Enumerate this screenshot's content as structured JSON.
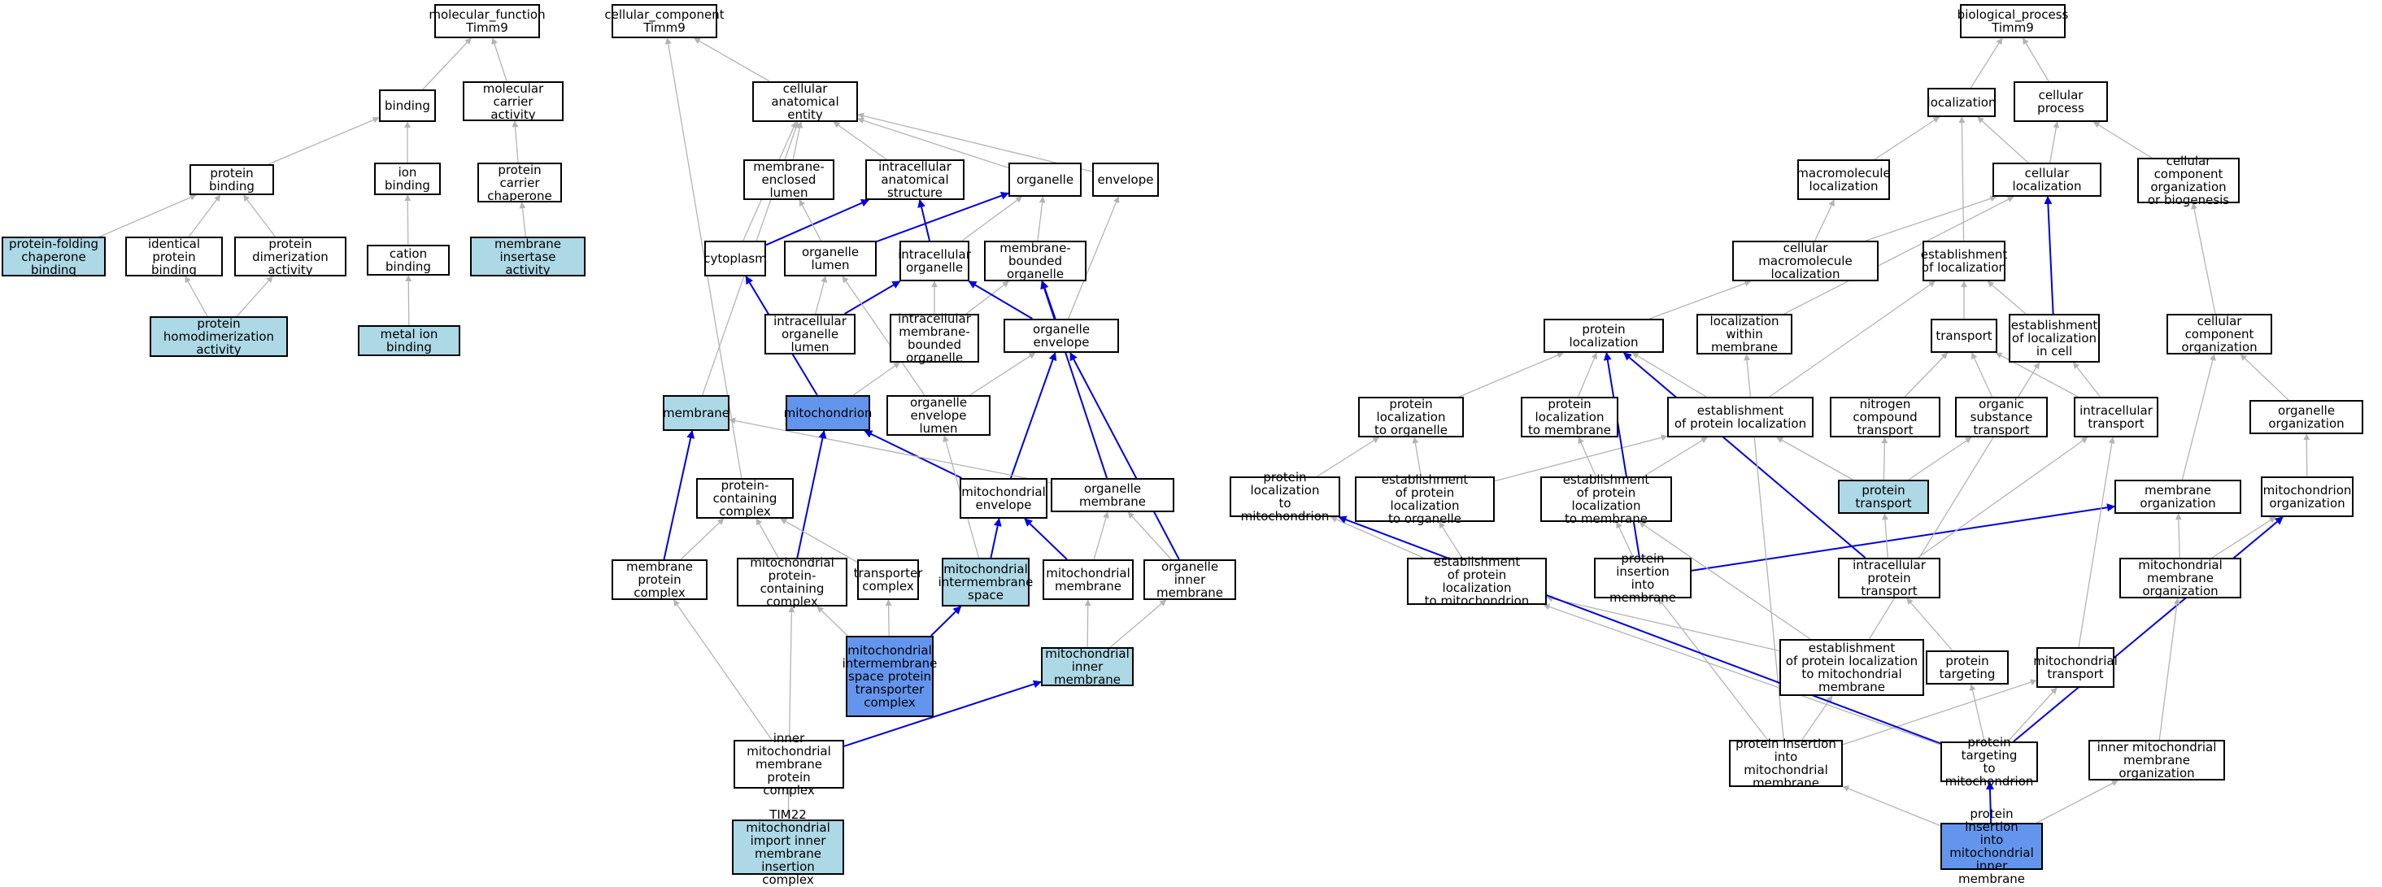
{
  "colors": {
    "edge_default": "#b4b4b4",
    "edge_highlight": "#0000e0",
    "node_fill": "#ffffff",
    "node_light": "#add8e6",
    "node_dark": "#6495ed",
    "node_border": "#000000"
  },
  "graph": {
    "nodes": [
      {
        "id": "mf",
        "label": "molecular_function\nTimm9"
      },
      {
        "id": "binding",
        "label": "binding"
      },
      {
        "id": "mca",
        "label": "molecular carrier\nactivity"
      },
      {
        "id": "pbind",
        "label": "protein binding"
      },
      {
        "id": "ionb",
        "label": "ion binding"
      },
      {
        "id": "pcc",
        "label": "protein carrier\nchaperone"
      },
      {
        "id": "pfcb",
        "label": "protein-folding\nchaperone binding"
      },
      {
        "id": "ipb",
        "label": "identical protein\nbinding"
      },
      {
        "id": "pda",
        "label": "protein dimerization\nactivity"
      },
      {
        "id": "cationb",
        "label": "cation binding"
      },
      {
        "id": "mia",
        "label": "membrane insertase\nactivity"
      },
      {
        "id": "phda",
        "label": "protein homodimerization\nactivity"
      },
      {
        "id": "mib",
        "label": "metal ion binding"
      },
      {
        "id": "cc",
        "label": "cellular_component\nTimm9"
      },
      {
        "id": "cae",
        "label": "cellular anatomical\nentity"
      },
      {
        "id": "mel",
        "label": "membrane-enclosed\nlumen"
      },
      {
        "id": "ias",
        "label": "intracellular\nanatomical structure"
      },
      {
        "id": "organelle",
        "label": "organelle"
      },
      {
        "id": "envelope",
        "label": "envelope"
      },
      {
        "id": "cytoplasm",
        "label": "cytoplasm"
      },
      {
        "id": "olumen",
        "label": "organelle lumen"
      },
      {
        "id": "io",
        "label": "intracellular\norganelle"
      },
      {
        "id": "mbo",
        "label": "membrane-bounded\norganelle"
      },
      {
        "id": "iol",
        "label": "intracellular\norganelle lumen"
      },
      {
        "id": "imbo",
        "label": "intracellular\nmembrane-bounded\norganelle"
      },
      {
        "id": "oenv",
        "label": "organelle envelope"
      },
      {
        "id": "membrane",
        "label": "membrane"
      },
      {
        "id": "mito",
        "label": "mitochondrion"
      },
      {
        "id": "oel",
        "label": "organelle envelope\nlumen"
      },
      {
        "id": "pcx",
        "label": "protein-containing\ncomplex"
      },
      {
        "id": "menv",
        "label": "mitochondrial\nenvelope"
      },
      {
        "id": "omem",
        "label": "organelle membrane"
      },
      {
        "id": "mpc",
        "label": "membrane protein\ncomplex"
      },
      {
        "id": "mpcx",
        "label": "mitochondrial\nprotein-containing\ncomplex"
      },
      {
        "id": "tc",
        "label": "transporter\ncomplex"
      },
      {
        "id": "mims",
        "label": "mitochondrial\nintermembrane\nspace"
      },
      {
        "id": "mm",
        "label": "mitochondrial\nmembrane"
      },
      {
        "id": "oim",
        "label": "organelle inner\nmembrane"
      },
      {
        "id": "mimsptc",
        "label": "mitochondrial\nintermembrane\nspace protein\ntransporter\ncomplex"
      },
      {
        "id": "mim",
        "label": "mitochondrial\ninner membrane"
      },
      {
        "id": "immpc",
        "label": "inner mitochondrial\nmembrane protein\ncomplex"
      },
      {
        "id": "tim22",
        "label": "TIM22 mitochondrial\nimport inner\nmembrane insertion\ncomplex"
      },
      {
        "id": "bp",
        "label": "biological_process\nTimm9"
      },
      {
        "id": "loc",
        "label": "localization"
      },
      {
        "id": "cp",
        "label": "cellular process"
      },
      {
        "id": "mloc",
        "label": "macromolecule\nlocalization"
      },
      {
        "id": "cloc",
        "label": "cellular localization"
      },
      {
        "id": "ccob",
        "label": "cellular component\norganization\nor biogenesis"
      },
      {
        "id": "cmloc",
        "label": "cellular macromolecule\nlocalization"
      },
      {
        "id": "eloc",
        "label": "establishment\nof localization"
      },
      {
        "id": "ploc",
        "label": "protein localization"
      },
      {
        "id": "lwm",
        "label": "localization\nwithin membrane"
      },
      {
        "id": "transport",
        "label": "transport"
      },
      {
        "id": "elic",
        "label": "establishment\nof localization\nin cell"
      },
      {
        "id": "cco",
        "label": "cellular component\norganization"
      },
      {
        "id": "plto",
        "label": "protein localization\nto organelle"
      },
      {
        "id": "pltm",
        "label": "protein localization\nto membrane"
      },
      {
        "id": "epl",
        "label": "establishment\nof protein localization"
      },
      {
        "id": "nct",
        "label": "nitrogen compound\ntransport"
      },
      {
        "id": "ost",
        "label": "organic substance\ntransport"
      },
      {
        "id": "it",
        "label": "intracellular\ntransport"
      },
      {
        "id": "oo",
        "label": "organelle organization"
      },
      {
        "id": "pltmito",
        "label": "protein localization\nto mitochondrion"
      },
      {
        "id": "eplto",
        "label": "establishment\nof protein localization\nto organelle"
      },
      {
        "id": "epltm",
        "label": "establishment\nof protein localization\nto membrane"
      },
      {
        "id": "pt",
        "label": "protein transport"
      },
      {
        "id": "mo",
        "label": "membrane organization"
      },
      {
        "id": "mitoorg",
        "label": "mitochondrion\norganization"
      },
      {
        "id": "epltmito",
        "label": "establishment\nof protein localization\nto mitochondrion"
      },
      {
        "id": "piim",
        "label": "protein insertion\ninto membrane"
      },
      {
        "id": "ipt",
        "label": "intracellular\nprotein transport"
      },
      {
        "id": "mmo",
        "label": "mitochondrial\nmembrane organization"
      },
      {
        "id": "epltmm",
        "label": "establishment\nof protein localization\nto mitochondrial\nmembrane"
      },
      {
        "id": "ptarg",
        "label": "protein targeting"
      },
      {
        "id": "mt",
        "label": "mitochondrial\ntransport"
      },
      {
        "id": "piimm",
        "label": "protein insertion\ninto mitochondrial\nmembrane"
      },
      {
        "id": "pttm",
        "label": "protein targeting\nto mitochondrion"
      },
      {
        "id": "immo",
        "label": "inner mitochondrial\nmembrane organization"
      },
      {
        "id": "piimim",
        "label": "protein insertion\ninto mitochondrial\ninner membrane"
      }
    ]
  }
}
